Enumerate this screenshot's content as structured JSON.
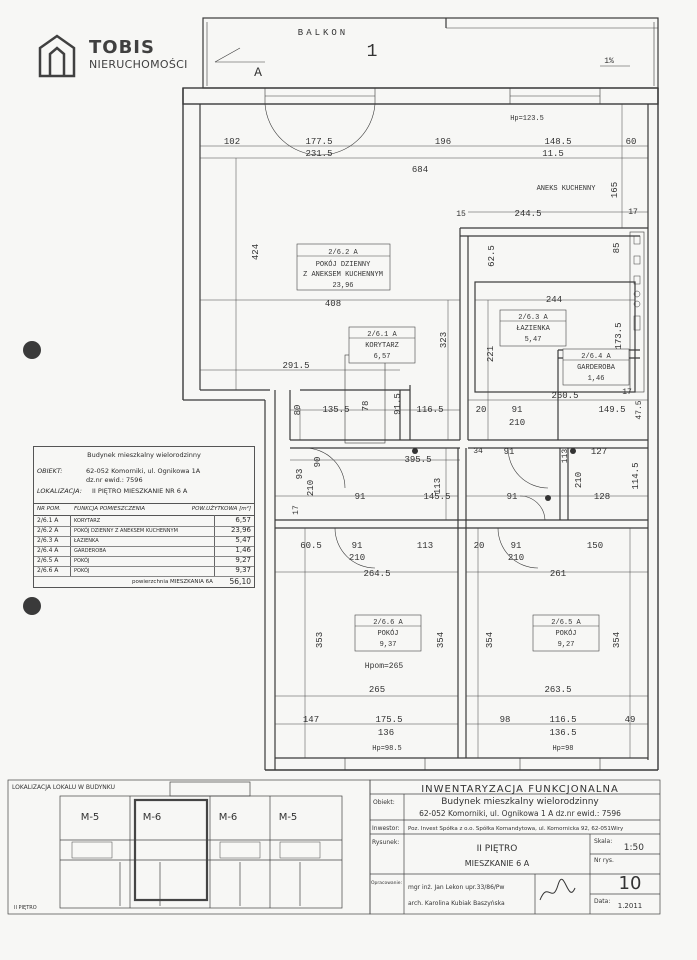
{
  "logo": {
    "title": "TOBIS",
    "subtitle": "NIERUCHOMOŚCI"
  },
  "balcony": {
    "label": "BALKON",
    "marker": "1",
    "section_left": "A",
    "slope": "1%"
  },
  "dims": {
    "top_102": "102",
    "top_177_5": "177.5",
    "top_231_5": "231.5",
    "top_196": "196",
    "top_148_5": "148.5",
    "top_11_5": "11.5",
    "top_60": "60",
    "hp_123_5": "Hp=123.5",
    "d684": "684",
    "d165": "165",
    "d424": "424",
    "d15": "15",
    "d244_5": "244.5",
    "d17a": "17",
    "d62_5": "62.5",
    "d85": "85",
    "d408": "408",
    "d323": "323",
    "d244": "244",
    "d221": "221",
    "d173_5": "173.5",
    "d291_5": "291.5",
    "d260_5": "260.5",
    "d17b": "17",
    "d80": "80",
    "d135_5": "135.5",
    "d78": "78",
    "d91_5": "91.5",
    "d116_5": "116.5",
    "d20a": "20",
    "d91a": "91",
    "d210a": "210",
    "d149_5": "149.5",
    "d47_5": "47.5",
    "d93": "93",
    "d210b": "210",
    "d90": "90",
    "d395_5": "395.5",
    "d34": "34",
    "d91b": "91",
    "d113a": "113",
    "d127": "127",
    "d114_5": "114.5",
    "d210c": "210",
    "d113b": "113",
    "d17c": "17",
    "d91c": "91",
    "d145_5": "145.5",
    "d91d": "91",
    "d128": "128",
    "d60_5": "60.5",
    "d113c": "113",
    "d20b": "20",
    "d150": "150",
    "d91e": "91",
    "d210d": "210",
    "d91f": "91",
    "d210e": "210",
    "d264_5": "264.5",
    "d261": "261",
    "d353": "353",
    "d354a": "354",
    "d354b": "354",
    "d354c": "354",
    "hpom": "Hpom=265",
    "d265": "265",
    "d263_5": "263.5",
    "d147": "147",
    "d175_5": "175.5",
    "d98": "98",
    "d116_5b": "116.5",
    "d49": "49",
    "d136": "136",
    "d136_5": "136.5",
    "hp98_5": "Hp=98.5",
    "hp98": "Hp=98"
  },
  "rooms": [
    {
      "id": "2/6.2 A",
      "name": "POKÓJ DZIENNY",
      "name2": "Z ANEKSEM KUCHENNYM",
      "area": "23,96"
    },
    {
      "id": "2/6.1 A",
      "name": "KORYTARZ",
      "area": "6,57"
    },
    {
      "id": "2/6.3 A",
      "name": "ŁAZIENKA",
      "area": "5,47"
    },
    {
      "id": "2/6.4 A",
      "name": "GARDEROBA",
      "area": "1,46"
    },
    {
      "id": "2/6.6 A",
      "name": "POKÓJ",
      "area": "9,37"
    },
    {
      "id": "2/6.5 A",
      "name": "POKÓJ",
      "area": "9,27"
    }
  ],
  "kitchen_label": "ANEKS KUCHENNY",
  "summary": {
    "building": "Budynek mieszkalny wielorodzinny",
    "obiekt_label": "OBIEKT:",
    "obiekt_value": "62-052 Komorniki, ul. Ognikowa 1A",
    "dznr": "dz.nr ewid.: 7596",
    "lokalizacja_label": "LOKALIZACJA:",
    "lokalizacja_value": "II PIĘTRO MIESZKANIE NR 6 A",
    "col_nr": "NR POM.",
    "col_func": "FUNKCJA POMIESZCZENIA",
    "col_area": "POW.UŻYTKOWA [m²]",
    "rows": [
      {
        "nr": "2/6.1 A",
        "func": "KORYTARZ",
        "area": "6,57"
      },
      {
        "nr": "2/6.2 A",
        "func": "POKÓJ DZIENNY Z ANEKSEM KUCHENNYM",
        "area": "23,96"
      },
      {
        "nr": "2/6.3 A",
        "func": "ŁAZIENKA",
        "area": "5,47"
      },
      {
        "nr": "2/6.4 A",
        "func": "GARDEROBA",
        "area": "1,46"
      },
      {
        "nr": "2/6.5 A",
        "func": "POKÓJ",
        "area": "9,27"
      },
      {
        "nr": "2/6.6 A",
        "func": "POKÓJ",
        "area": "9,37"
      }
    ],
    "total_label": "powierzchnia MIESZKANIA 6A",
    "total_value": "56,10"
  },
  "keyplan": {
    "title": "LOKALIZACJA LOKALU W BUDYNKU",
    "labels": [
      "M-5",
      "M-6",
      "M-6",
      "M-5"
    ],
    "floor": "II PIĘTRO"
  },
  "titleblock": {
    "heading": "INWENTARYZACJA FUNKCJONALNA",
    "obiekt_label": "Obiekt:",
    "obiekt_line1": "Budynek mieszkalny wielorodzinny",
    "obiekt_line2": "62-052 Komorniki, ul. Ognikowa 1 A dz.nr ewid.: 7596",
    "inwestor_label": "Inwestor:",
    "inwestor_value": "Poz. Invest Spółka z o.o. Spółka Komandytowa, ul. Komornicka 92, 62-051Wiry",
    "rysunek_label": "Rysunek:",
    "rysunek_line1": "II PIĘTRO",
    "rysunek_line2": "MIESZKANIE 6 A",
    "skala_label": "Skala:",
    "skala_value": "1:50",
    "nrrys_label": "Nr rys.",
    "nrrys_value": "10",
    "opracowanie_label": "Opracowanie:",
    "author1": "mgr inż. Jan Lekon upr.33/86/Pw",
    "author2": "arch. Karolina Kubiak Baszyńska",
    "data_label": "Data:",
    "data_value": "1.2011"
  }
}
